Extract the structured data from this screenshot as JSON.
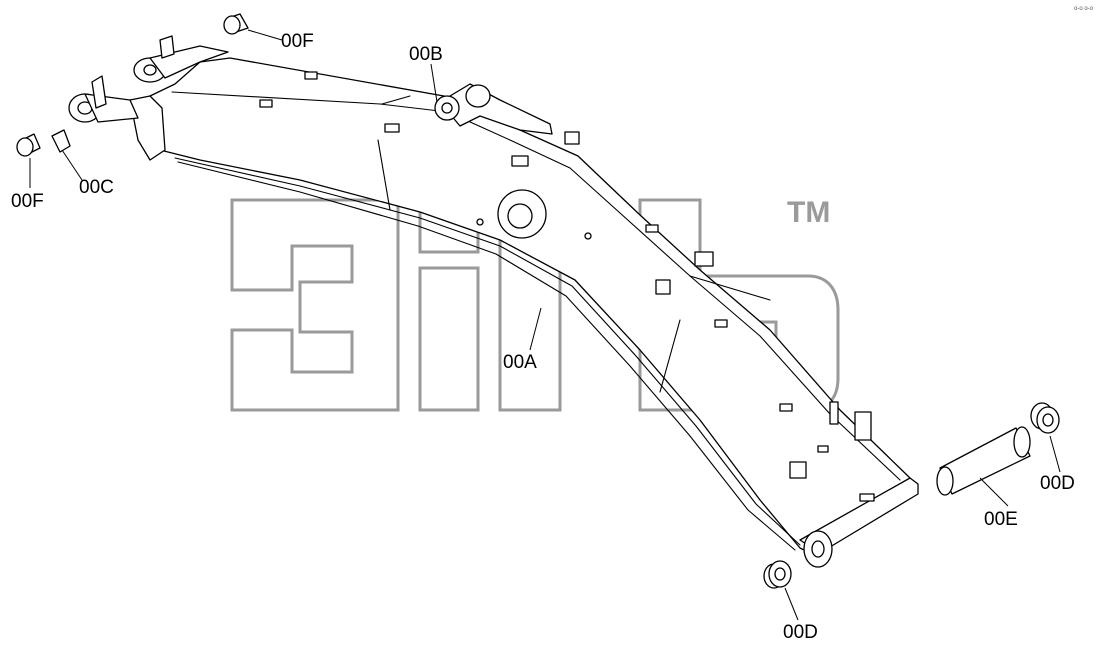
{
  "diagram": {
    "callouts": {
      "part_a": "00A",
      "part_b": "00B",
      "part_c": "00C",
      "part_d_right": "00D",
      "part_d_bottom": "00D",
      "part_e": "00E",
      "part_f_top": "00F",
      "part_f_left": "00F"
    },
    "watermark_tm": "TM",
    "corner_mark": "o-o  o-o"
  },
  "colors": {
    "line": "#000000",
    "watermark": "#9a9a9a",
    "background": "#ffffff"
  }
}
